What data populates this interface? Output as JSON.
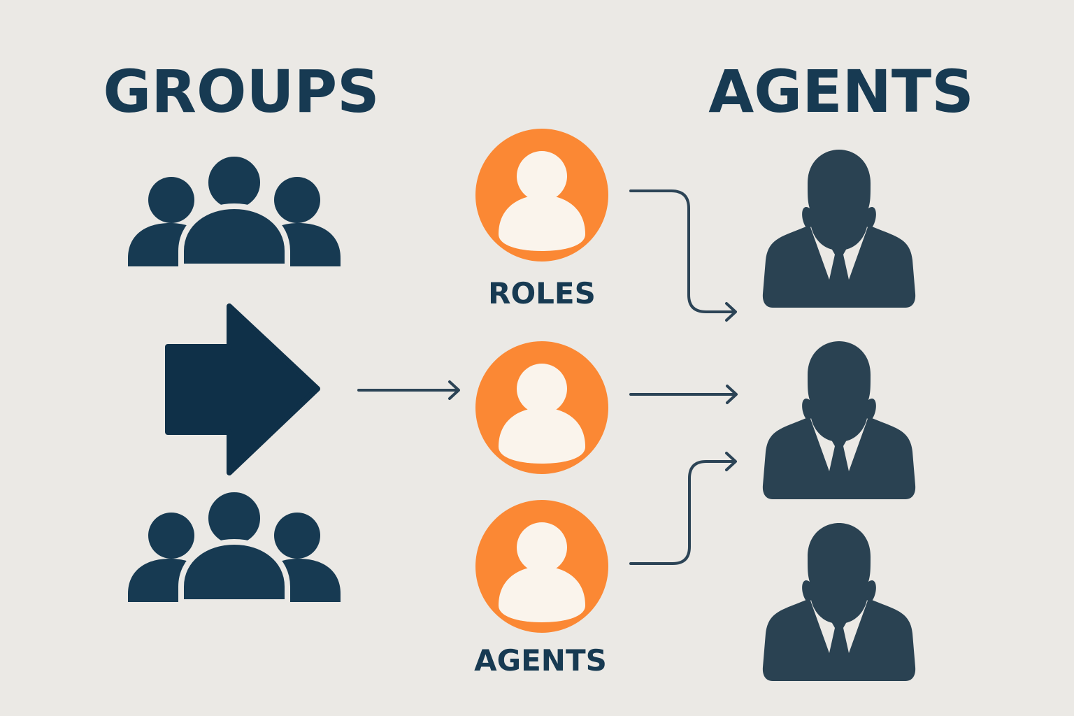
{
  "headings": {
    "groups": "GROUPS",
    "agents": "AGENTS"
  },
  "labels": {
    "roles": "ROLES",
    "agents": "AGENTS"
  },
  "icons": {
    "group": "group-icon",
    "big_arrow": "big-arrow-right-icon",
    "role": "user-circle-icon",
    "agent": "businessman-icon"
  },
  "colors": {
    "background": "#ebe9e5",
    "navy": "#173a52",
    "dark_navy": "#0f3048",
    "agent_slate": "#2a4252",
    "orange": "#fb8834",
    "cream": "#faf4ec",
    "connector": "#2c4456"
  }
}
